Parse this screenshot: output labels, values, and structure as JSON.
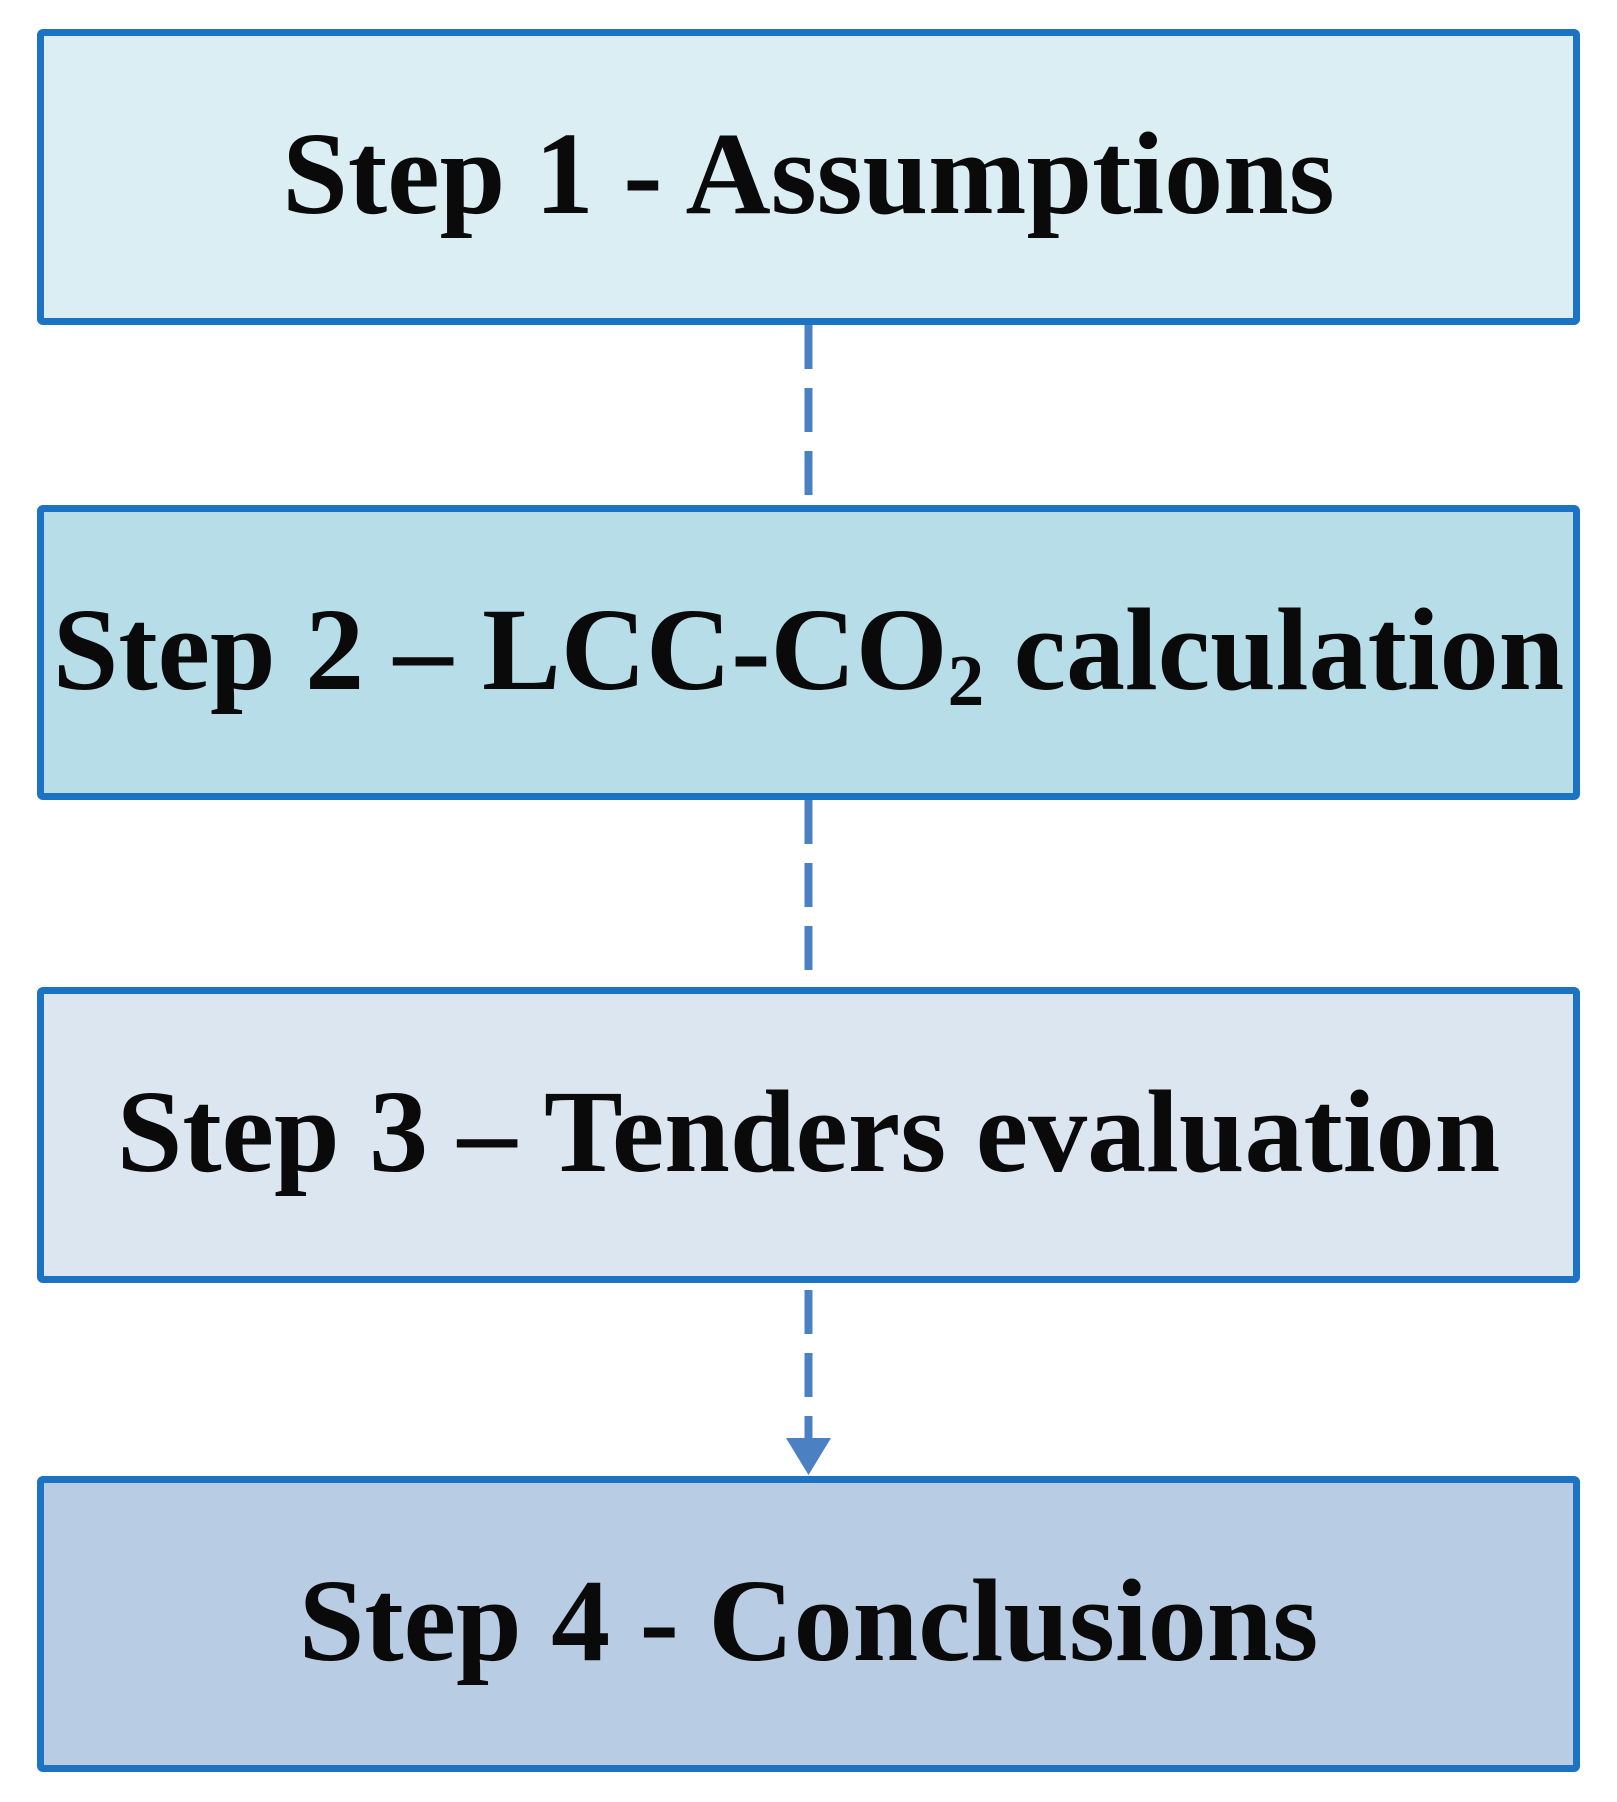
{
  "diagram": {
    "title": "Four-step process flowchart",
    "colors": {
      "border": "#1c72c3",
      "connector": "#4b80c3",
      "text": "#0a0a0a",
      "background": "#ffffff"
    },
    "steps": [
      {
        "id": 1,
        "label": "Step 1 - Assumptions",
        "fill": "#daeef3"
      },
      {
        "id": 2,
        "label": "Step 2 – LCC-CO2 calculation",
        "label_prefix": "Step 2 – LCC-CO",
        "label_sub": "2",
        "label_suffix": " calculation",
        "fill": "#b6dde8"
      },
      {
        "id": 3,
        "label": "Step 3 – Tenders evaluation",
        "fill": "#dce6f1"
      },
      {
        "id": 4,
        "label": "Step 4 - Conclusions",
        "fill": "#b8cce4"
      }
    ],
    "connectors": [
      {
        "from_step": 1,
        "to_step": 2,
        "style": "dashed",
        "arrowhead": false
      },
      {
        "from_step": 2,
        "to_step": 3,
        "style": "dashed",
        "arrowhead": false
      },
      {
        "from_step": 3,
        "to_step": 4,
        "style": "dashed",
        "arrowhead": true
      }
    ]
  }
}
